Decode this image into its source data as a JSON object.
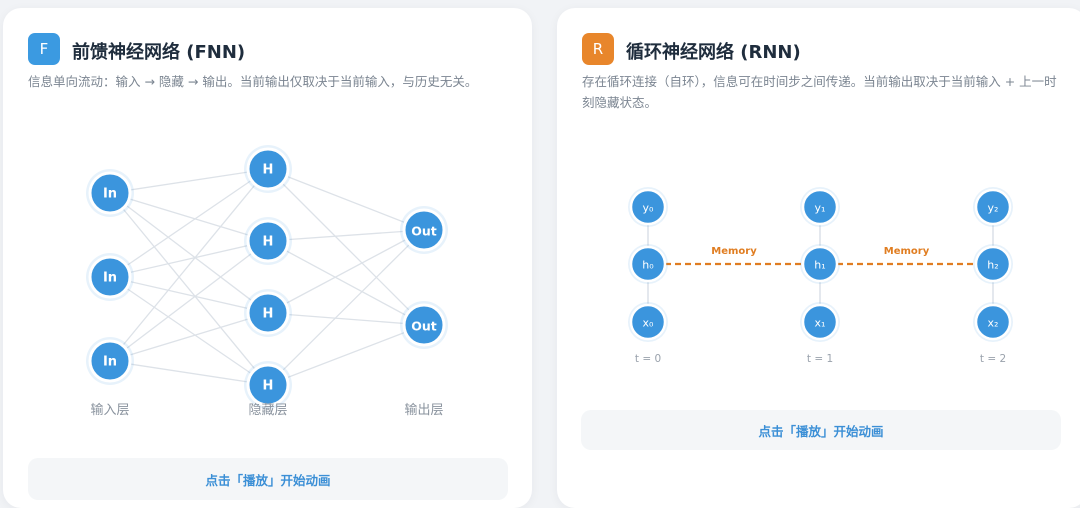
{
  "fnn": {
    "badge": "F",
    "title": "前馈神经网络 (FNN)",
    "description": "信息单向流动：输入 → 隐藏 → 输出。当前输出仅取决于当前输入，与历史无关。",
    "layers": [
      {
        "label": "输入层",
        "nodes": [
          "In",
          "In",
          "In"
        ]
      },
      {
        "label": "隐藏层",
        "nodes": [
          "H",
          "H",
          "H",
          "H"
        ]
      },
      {
        "label": "输出层",
        "nodes": [
          "Out",
          "Out"
        ]
      }
    ],
    "play_label": "点击「播放」开始动画"
  },
  "rnn": {
    "badge": "R",
    "title": "循环神经网络 (RNN)",
    "description": "存在循环连接（自环），信息可在时间步之间传递。当前输出取决于当前输入 + 上一时刻隐藏状态。",
    "steps": [
      {
        "output": "y₀",
        "hidden": "h₀",
        "input": "x₀",
        "time": "t = 0"
      },
      {
        "output": "y₁",
        "hidden": "h₁",
        "input": "x₁",
        "time": "t = 1"
      },
      {
        "output": "y₂",
        "hidden": "h₂",
        "input": "x₂",
        "time": "t = 2"
      }
    ],
    "memory_label": "Memory",
    "play_label": "点击「播放」开始动画"
  },
  "colors": {
    "node": "#3b95dd",
    "fnn_badge": "#3b9ae1",
    "rnn_badge": "#e8862b",
    "memory": "#e07d21",
    "edge": "#dde2e8"
  }
}
